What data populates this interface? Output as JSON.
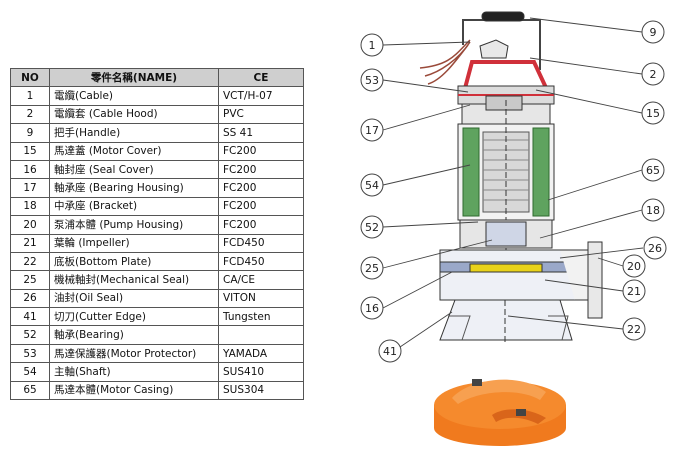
{
  "table": {
    "headers": [
      "NO",
      "零件名稱(NAME)",
      "CE"
    ],
    "rows": [
      {
        "no": "1",
        "name": "電纜(Cable)",
        "ce": "VCT/H-07"
      },
      {
        "no": "2",
        "name": "電纜套 (Cable Hood)",
        "ce": "PVC"
      },
      {
        "no": "9",
        "name": "把手(Handle)",
        "ce": "SS 41"
      },
      {
        "no": "15",
        "name": "馬達蓋 (Motor Cover)",
        "ce": "FC200"
      },
      {
        "no": "16",
        "name": "軸封座 (Seal Cover)",
        "ce": "FC200"
      },
      {
        "no": "17",
        "name": "軸承座 (Bearing Housing)",
        "ce": "FC200"
      },
      {
        "no": "18",
        "name": "中承座 (Bracket)",
        "ce": "FC200"
      },
      {
        "no": "20",
        "name": "泵浦本體 (Pump Housing)",
        "ce": "FC200"
      },
      {
        "no": "21",
        "name": "葉輪 (Impeller)",
        "ce": "FCD450"
      },
      {
        "no": "22",
        "name": "底板(Bottom Plate)",
        "ce": "FCD450"
      },
      {
        "no": "25",
        "name": "機械軸封(Mechanical Seal)",
        "ce": "CA/CE"
      },
      {
        "no": "26",
        "name": "油封(Oil Seal)",
        "ce": "VITON"
      },
      {
        "no": "41",
        "name": "切刀(Cutter Edge)",
        "ce": "Tungsten"
      },
      {
        "no": "52",
        "name": "軸承(Bearing)",
        "ce": ""
      },
      {
        "no": "53",
        "name": "馬達保護器(Motor Protector)",
        "ce": "YAMADA"
      },
      {
        "no": "54",
        "name": "主軸(Shaft)",
        "ce": "SUS410"
      },
      {
        "no": "65",
        "name": "馬達本體(Motor Casing)",
        "ce": "SUS304"
      }
    ]
  },
  "callouts": [
    "1",
    "53",
    "17",
    "54",
    "52",
    "25",
    "16",
    "41",
    "9",
    "2",
    "15",
    "65",
    "18",
    "26",
    "20",
    "21",
    "22"
  ],
  "colors": {
    "header_bg": "#cfcfcf",
    "handle_red": "#d0303a",
    "winding_green": "#5fa35f",
    "impeller_orange": "#f07a1e",
    "impeller_yellow": "#e8d21a",
    "housing_blue": "#9aa8c9"
  }
}
